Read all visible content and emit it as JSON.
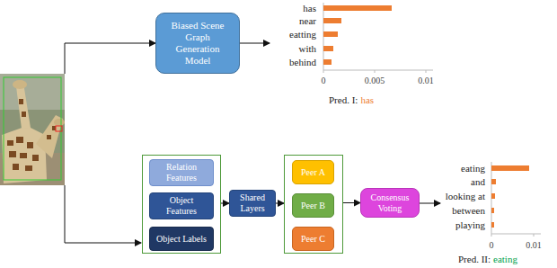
{
  "diagram": {
    "nodes": [
      {
        "text": [
          "Biased Scene Graph Generation Model"
        ]
      },
      {
        "text": []
      },
      {
        "text": [
          "Relation Features"
        ],
        "in": 1
      },
      {
        "text": [
          "Object Features"
        ],
        "in": 1
      },
      {
        "text": [
          "Object Labels"
        ],
        "in": 1
      },
      {
        "text": [
          "Shared Layers"
        ]
      },
      {
        "text": []
      },
      {
        "text": [
          "Peer A"
        ],
        "in": 6
      },
      {
        "text": [
          "Peer B"
        ],
        "in": 6
      },
      {
        "text": [
          "Peer C"
        ],
        "in": 6
      },
      {
        "text": [
          "Consensus Voting"
        ]
      }
    ],
    "edges": [
      {
        "from": 1,
        "to": 5,
        "arrow": "to"
      },
      {
        "from": 5,
        "to": 6,
        "arrow": "to"
      },
      {
        "from": 6,
        "to": 10,
        "arrow": "to"
      }
    ],
    "labels": [
      "has",
      "near",
      "eatting",
      "with",
      "behind",
      "0",
      "0.005",
      "0.01",
      "Pred. I:",
      "has",
      "eating",
      "and",
      "looking at",
      "between",
      "playing",
      "0",
      "0.01",
      "Pred. II:",
      "eating"
    ]
  }
}
